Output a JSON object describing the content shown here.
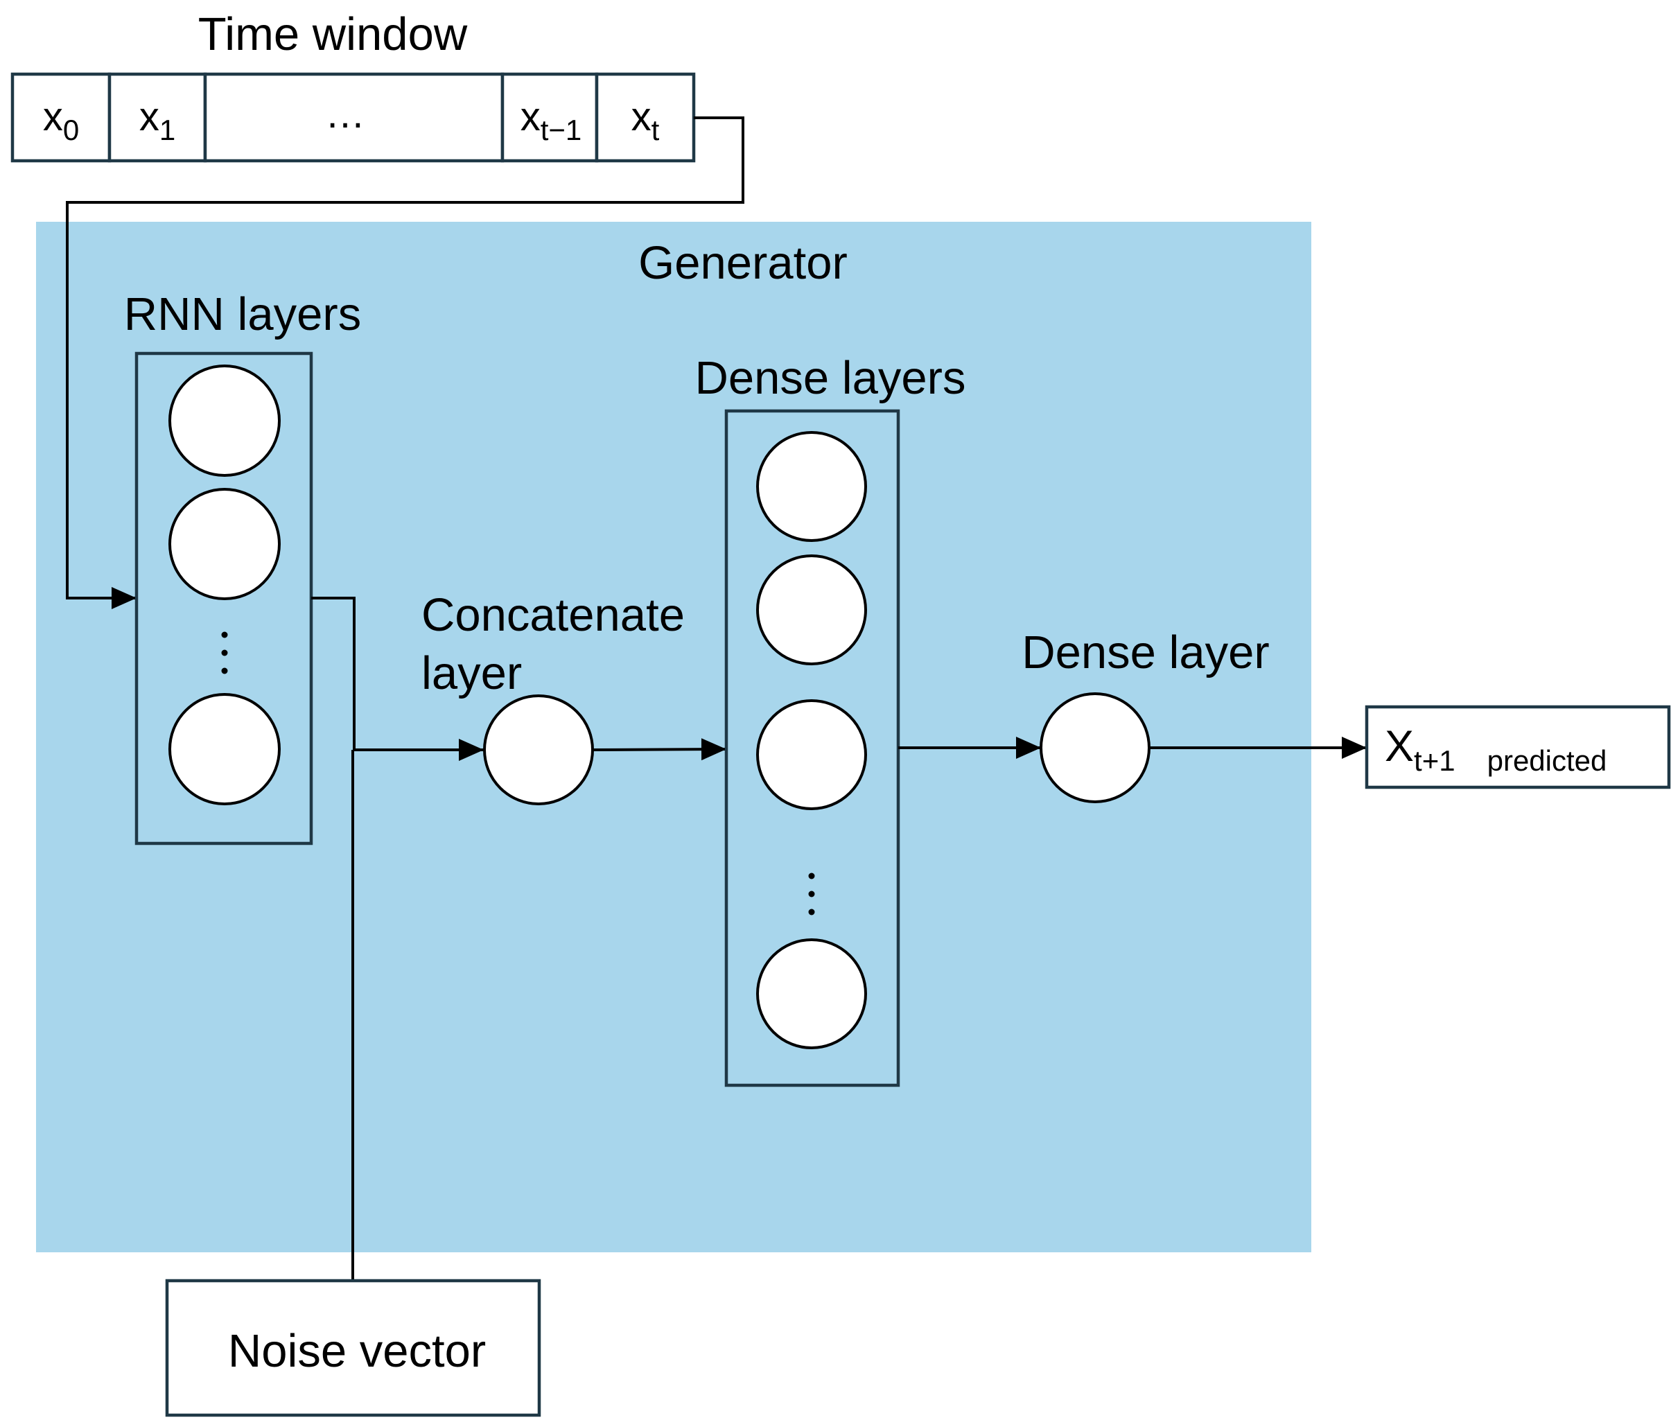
{
  "time_window": {
    "title": "Time window",
    "cells": [
      {
        "base": "x",
        "sub": "0"
      },
      {
        "base": "x",
        "sub": "1"
      },
      {
        "base": "…",
        "sub": ""
      },
      {
        "base": "x",
        "sub": "t−1"
      },
      {
        "base": "x",
        "sub": "t"
      }
    ]
  },
  "generator": {
    "title": "Generator",
    "background_color": "#a8d6ec",
    "rnn_label": "RNN layers",
    "concat_label_line1": "Concatenate",
    "concat_label_line2": "layer",
    "dense_layers_label": "Dense layers",
    "dense_layer_label": "Dense layer"
  },
  "output": {
    "base": "X",
    "sub": "t+1",
    "suffix": "predicted"
  },
  "noise": {
    "label": "Noise vector"
  },
  "colors": {
    "box_border": "#1f3846",
    "line": "#000000",
    "node_fill": "#ffffff"
  }
}
